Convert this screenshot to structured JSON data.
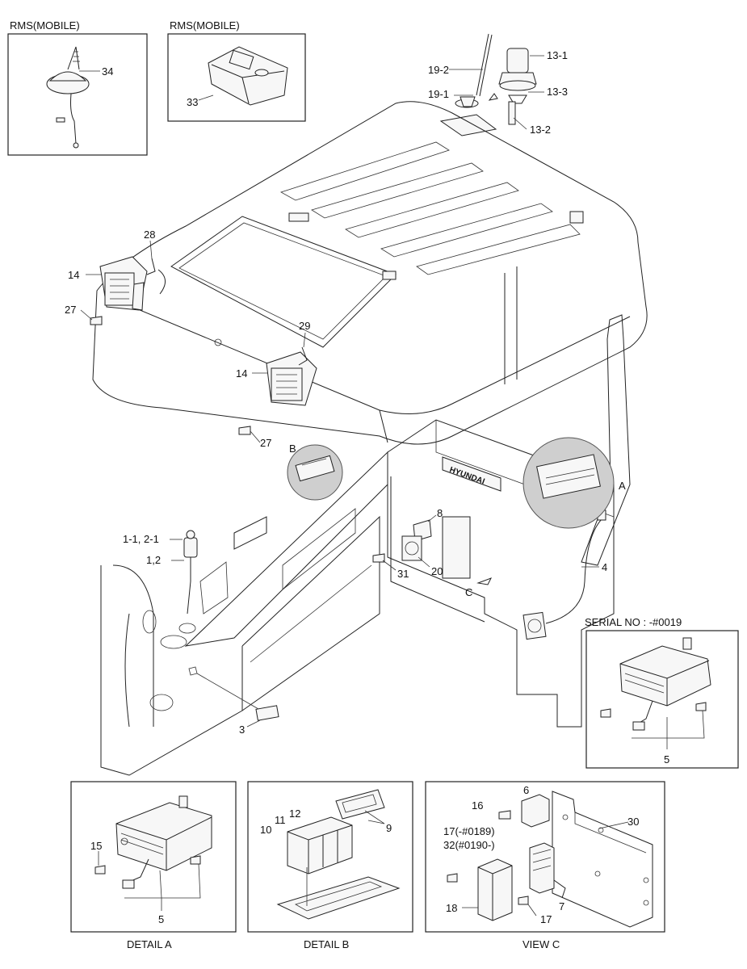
{
  "diagram": {
    "captions": {
      "rms_left": "RMS(MOBILE)",
      "rms_right": "RMS(MOBILE)",
      "serial": "SERIAL NO : -#0019",
      "detail_a": "DETAIL A",
      "detail_b": "DETAIL B",
      "view_c": "VIEW C",
      "callout_a": "A",
      "callout_b": "B",
      "callout_c": "C",
      "brand": "HYUNDAI"
    },
    "labels": {
      "p34": "34",
      "p33": "33",
      "p19_2": "19-2",
      "p19_1": "19-1",
      "p13_1": "13-1",
      "p13_3": "13-3",
      "p13_2": "13-2",
      "p28": "28",
      "p14a": "14",
      "p27a": "27",
      "p29": "29",
      "p14b": "14",
      "p27b": "27",
      "p8": "8",
      "p4": "4",
      "p1_1": "1-1, 2-1",
      "p1_2": "1,2",
      "p31": "31",
      "p20": "20",
      "p3": "3",
      "p5s": "5",
      "p15": "15",
      "p5a": "5",
      "p12": "12",
      "p11": "11",
      "p10": "10",
      "p9": "9",
      "p6": "6",
      "p16": "16",
      "p30": "30",
      "p17a": "17(-#0189)",
      "p32": "32(#0190-)",
      "p18": "18",
      "p7": "7",
      "p17b": "17"
    }
  }
}
